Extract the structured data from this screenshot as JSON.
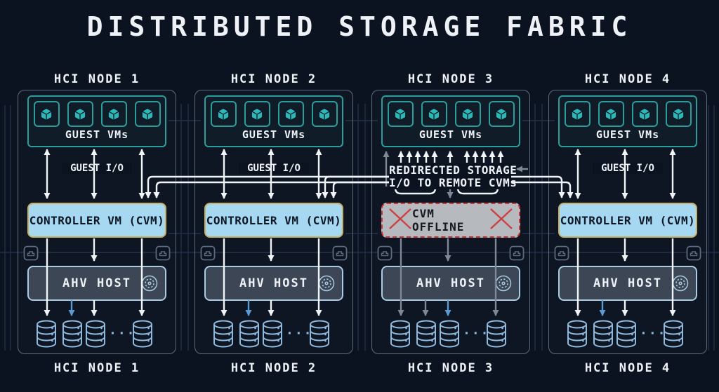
{
  "title": "DISTRIBUTED STORAGE FABRIC",
  "disk_ellipsis": "···",
  "redirect": {
    "line1": "REDIRECTED STORAGE",
    "line2": "I/O TO REMOTE CVMs"
  },
  "nodes": [
    {
      "title": "HCI NODE 1",
      "bottom_label": "HCI NODE 1",
      "guest_vms_label": "GUEST VMs",
      "guest_io_label": "GUEST I/O",
      "cvm_label": "CONTROLLER VM (CVM)",
      "ahv_label": "AHV HOST",
      "status": "online"
    },
    {
      "title": "HCI NODE 2",
      "bottom_label": "HCI NODE 2",
      "guest_vms_label": "GUEST VMs",
      "guest_io_label": "GUEST I/O",
      "cvm_label": "CONTROLLER VM (CVM)",
      "ahv_label": "AHV HOST",
      "status": "online"
    },
    {
      "title": "HCI NODE 3",
      "bottom_label": "HCI NODE 3",
      "guest_vms_label": "GUEST VMs",
      "cvm_label": "CVM OFFLINE",
      "ahv_label": "AHV HOST",
      "status": "offline"
    },
    {
      "title": "HCI NODE 4",
      "bottom_label": "HCI NODE 4",
      "guest_vms_label": "GUEST VMs",
      "guest_io_label": "GUEST I/O",
      "cvm_label": "CONTROLLER VM (CVM)",
      "ahv_label": "AHV HOST",
      "status": "online"
    }
  ],
  "icons": {
    "vm": "cube-icon",
    "network_port": "ethernet-port-icon",
    "ahv_badge": "disc-icon",
    "storage": "disk-cylinder-icon",
    "offline_mark": "x-icon"
  },
  "colors": {
    "bg": "#0c1320",
    "text": "#eef2f6",
    "teal": "#2a9d9d",
    "teal-bright": "#2db8b8",
    "node-border": "#5b6b7d",
    "cvm-fill": "#a7d8f2",
    "cvm-border": "#c7b166",
    "cvm-text": "#0e1724",
    "ahv-fill": "#3c4654",
    "ahv-border": "#a9cbe4",
    "disk": "#8fb9dd",
    "arrow-white": "#f2f5f8",
    "arrow-gray": "#7e8896",
    "arrow-blue": "#5b9bd5",
    "offline-fill": "#b6b9bd",
    "offline-border": "#cf3535",
    "offline-text": "#14181f",
    "port": "#5a6a7c",
    "decor": "#223047"
  }
}
